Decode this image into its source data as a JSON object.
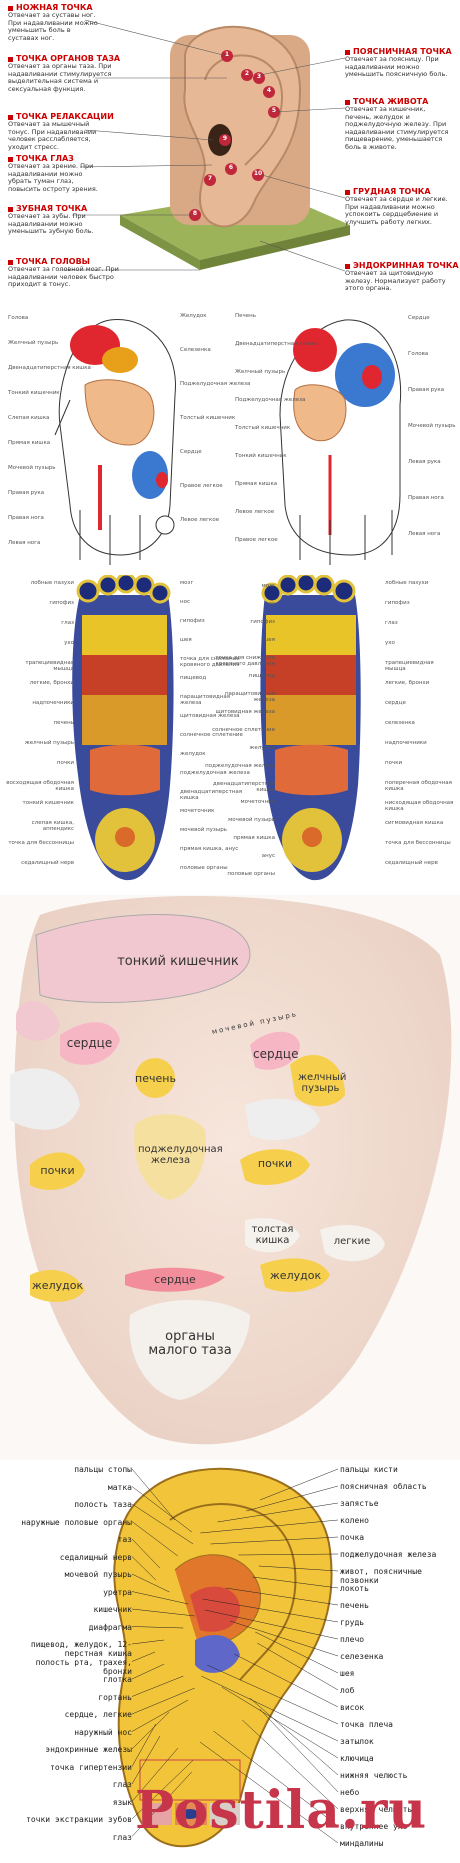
{
  "ear_points": [
    {
      "title": "НОЖНАЯ ТОЧКА",
      "desc": "Отвечает за суставы ног. При надавливании можно уменьшить боль в суставах ног."
    },
    {
      "title": "ТОЧКА ОРГАНОВ ТАЗА",
      "desc": "Отвечает за органы таза. При надавливании стимулируется выделительная система и сексуальная функция."
    },
    {
      "title": "ТОЧКА РЕЛАКСАЦИИ",
      "desc": "Отвечает за мышечный тонус. При надавливании человек расслабляется, уходит стресс."
    },
    {
      "title": "ТОЧКА ГЛАЗ",
      "desc": "Отвечает за зрение. При надавливании можно убрать туман глаз, повысить остроту зрения."
    },
    {
      "title": "ЗУБНАЯ ТОЧКА",
      "desc": "Отвечает за зубы. При надавливании можно уменьшить зубную боль."
    },
    {
      "title": "ТОЧКА ГОЛОВЫ",
      "desc": "Отвечает за головной мозг. При надавливании человек быстро приходит в тонус."
    },
    {
      "title": "ПОЯСНИЧНАЯ ТОЧКА",
      "desc": "Отвечает за поясницу. При надавливании можно уменьшить поясничную боль."
    },
    {
      "title": "ТОЧКА ЖИВОТА",
      "desc": "Отвечает за кишечник, печень, желудок и поджелудочную железу. При надавливании стимулируется пищеварение, уменьшается боль в животе."
    },
    {
      "title": "ГРУДНАЯ ТОЧКА",
      "desc": "Отвечает за сердце и легкие. При надавливании можно успокоить сердцебиение и улучшить работу легких."
    },
    {
      "title": "ЭНДОКРИННАЯ ТОЧКА",
      "desc": "Отвечает за щитовидную железу. Нормализует работу этого органа."
    }
  ],
  "ear_numbers": [
    "1",
    "2",
    "3",
    "4",
    "5",
    "6",
    "7",
    "8",
    "9",
    "10"
  ],
  "hands": {
    "left": [
      "Желудок",
      "Селезенка",
      "Поджелудочная железа",
      "Толстый кишечник",
      "Сердце",
      "Правое легкое",
      "Левое легкое",
      "Голова",
      "Желчный пузырь",
      "Двенадцатиперстная кишка",
      "Тонкий кишечник",
      "Слепая кишка",
      "Прямая кишка",
      "Мочевой пузырь",
      "Правая рука",
      "Правая нога",
      "Левая нога"
    ],
    "right": [
      "Печень",
      "Двенадцатиперстная кишка",
      "Желчный пузырь",
      "Поджелудочная железа",
      "Толстый кишечник",
      "Тонкий кишечник",
      "Прямая кишка",
      "Левое легкое",
      "Правое легкое",
      "Сердце",
      "Голова",
      "Правая рука",
      "Мочевой пузырь",
      "Левая рука",
      "Правая нога",
      "Левая нога"
    ]
  },
  "feet": {
    "outer_left": [
      "лобные пазухи",
      "гипофиз",
      "глаз",
      "ухо",
      "трапециевидная мышца",
      "легкие, бронхи",
      "надпочечники",
      "печень",
      "желчный пузырь",
      "почки",
      "восходящая ободочная кишка",
      "тонкий кишечник",
      "слепая кишка, аппендикс",
      "точка для бессонницы",
      "седалищный нерв"
    ],
    "middle_left": [
      "мозг",
      "нос",
      "гипофиз",
      "шея",
      "точка для снижения кровяного давления",
      "пищевод",
      "паращитовидная железа",
      "щитовидная железа",
      "солнечное сплетение",
      "желудок",
      "поджелудочная железа",
      "двенадцатиперстная кишка",
      "мочеточник",
      "мочевой пузырь",
      "прямая кишка, анус",
      "половые органы"
    ],
    "middle_right": [
      "мозг",
      "нос",
      "гипофиз",
      "шея",
      "точка для снижения кровяного давления",
      "пищевод",
      "паращитовидная железа",
      "щитовидная железа",
      "солнечное сплетение",
      "желудок",
      "поджелудочная железа",
      "двенадцатиперстная кишка",
      "мочеточник",
      "мочевой пузырь",
      "прямая кишка",
      "анус",
      "половые органы"
    ],
    "outer_right": [
      "лобные пазухи",
      "гипофиз",
      "глаз",
      "ухо",
      "трапециевидная мышца",
      "легкие, бронхи",
      "сердце",
      "селезенка",
      "надпочечники",
      "почки",
      "поперечная ободочная кишка",
      "нисходящая ободочная кишка",
      "сигмовидная кишка",
      "точка для бессонницы",
      "седалищный нерв"
    ]
  },
  "face": {
    "forehead": "тонкий кишечник",
    "bladder_band": "мочевой пузырь",
    "heart_right": "сердце",
    "heart_left": "сердце",
    "liver": "печень",
    "gallbladder": "желчный пузырь",
    "kidneys_left": "почки",
    "kidneys_right": "почки",
    "pancreas": "поджелудочная железа",
    "stomach_left": "желудок",
    "stomach_right": "желудок",
    "colon": "толстая кишка",
    "lungs": "легкие",
    "heart_lips": "сердце",
    "pelvis": "органы малого таза"
  },
  "ear_map": {
    "left": [
      "пальцы стопы",
      "матка",
      "полость таза",
      "наружные половые органы",
      "таз",
      "седалищный нерв",
      "мочевой пузырь",
      "уретра",
      "кишечник",
      "диафрагма",
      "пищевод, желудок, 12-перстная кишка",
      "полость рта, трахея, бронхи",
      "глотка",
      "гортань",
      "сердце, легкие",
      "наружный нос",
      "эндокринные железы",
      "точка гипертензии",
      "глаз",
      "язык",
      "точки экстракции зубов",
      "глаз"
    ],
    "right": [
      "пальцы кисти",
      "поясничная область",
      "запястье",
      "колено",
      "почка",
      "поджелудочная железа",
      "живот, поясничные позвонки",
      "локоть",
      "печень",
      "грудь",
      "плечо",
      "селезенка",
      "шея",
      "лоб",
      "висок",
      "точка плеча",
      "затылок",
      "ключица",
      "нижняя челюсть",
      "небо",
      "верхняя челюсть",
      "внутреннее ухо",
      "миндалины"
    ]
  },
  "watermark": "Postila.ru"
}
